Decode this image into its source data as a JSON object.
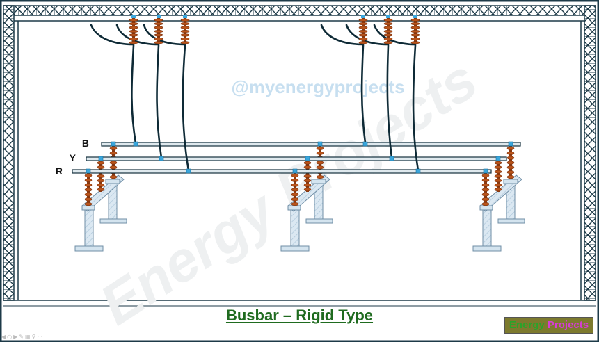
{
  "watermark": {
    "handle": "@myenergyprojects",
    "brand": "Energy Projects"
  },
  "phase_labels": {
    "b": "B",
    "y": "Y",
    "r": "R"
  },
  "caption": "Busbar – Rigid Type",
  "logo": {
    "word1": "Energy",
    "word2": "Projects"
  },
  "colors": {
    "frame": "#1d3a48",
    "insulator": "#b9541b",
    "busbar": "#dfe9ee",
    "clamp": "#3aa6dc",
    "conductor": "#0e2a36",
    "support": "#d4e4ef",
    "caption": "#1f6b1f"
  },
  "icons": [
    "play-icon",
    "back-icon",
    "forward-icon",
    "pen-icon",
    "slides-icon",
    "zoom-icon",
    "menu-icon"
  ]
}
